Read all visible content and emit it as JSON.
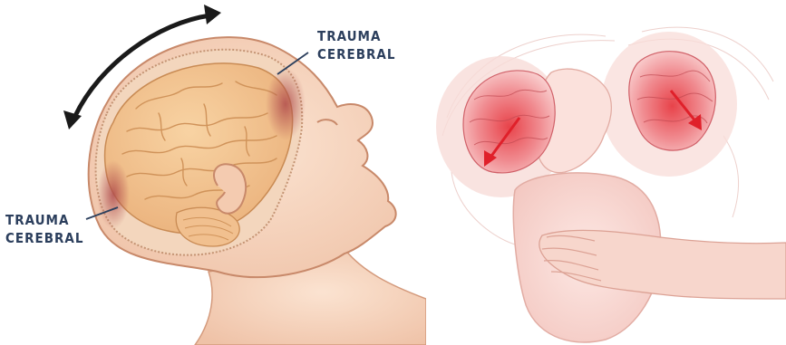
{
  "labels": {
    "top": {
      "line1": "TRAUMA",
      "line2": "CEREBRAL"
    },
    "bottom": {
      "line1": "TRAUMA",
      "line2": "CEREBRAL"
    }
  },
  "colors": {
    "skin": "#f6d5bf",
    "skin_shadow": "#e9b79a",
    "brain": "#f5c48d",
    "brain_fold": "#d8985a",
    "skull": "#f1c9a6",
    "trauma": "#b35a5a",
    "arrow": "#1a1a1a",
    "label": "#2c3f5d",
    "red": "#e0202a"
  }
}
